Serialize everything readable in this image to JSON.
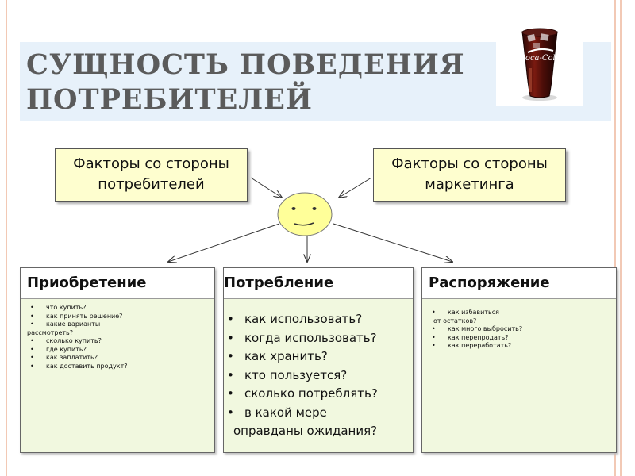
{
  "slide": {
    "title": "Сущность поведения потребителей",
    "bullet_char": "•",
    "colors": {
      "title": "#5b5b5b",
      "title_band": "#e7f1fa",
      "factor_fill": "#fefecf",
      "card_fill": "#f1f8df",
      "face": "#ffff99",
      "edge_lines": "#f2c9b5"
    }
  },
  "photo": {
    "icon": "cola-glass-icon",
    "brand": "Coca-Cola"
  },
  "factors": {
    "consumer": {
      "line1": "Факторы со стороны",
      "line2": "потребителей"
    },
    "marketing": {
      "line1": "Факторы со стороны",
      "line2": "маркетинга"
    }
  },
  "center": {
    "icon": "smiley-face-icon"
  },
  "cards": {
    "acquisition": {
      "title": "Приобретение",
      "items": [
        "что купить?",
        "как принять решение?",
        "какие варианты"
      ],
      "item3_cont": "рассмотреть?",
      "items2": [
        "сколько купить?",
        "где купить?",
        "как заплатить?",
        "как доставить продукт?"
      ]
    },
    "consumption": {
      "title": "Потребление",
      "items": [
        "как использовать?",
        "когда использовать?",
        "как хранить?",
        "кто пользуется?",
        "сколько потреблять?",
        "в какой мере"
      ],
      "last_cont": "оправданы ожидания?"
    },
    "disposal": {
      "title": "Распоряжение",
      "item1": "как избавиться",
      "item1_cont": "от остатков?",
      "items": [
        "как много выбросить?",
        "как перепродать?",
        "как переработать?"
      ]
    }
  }
}
